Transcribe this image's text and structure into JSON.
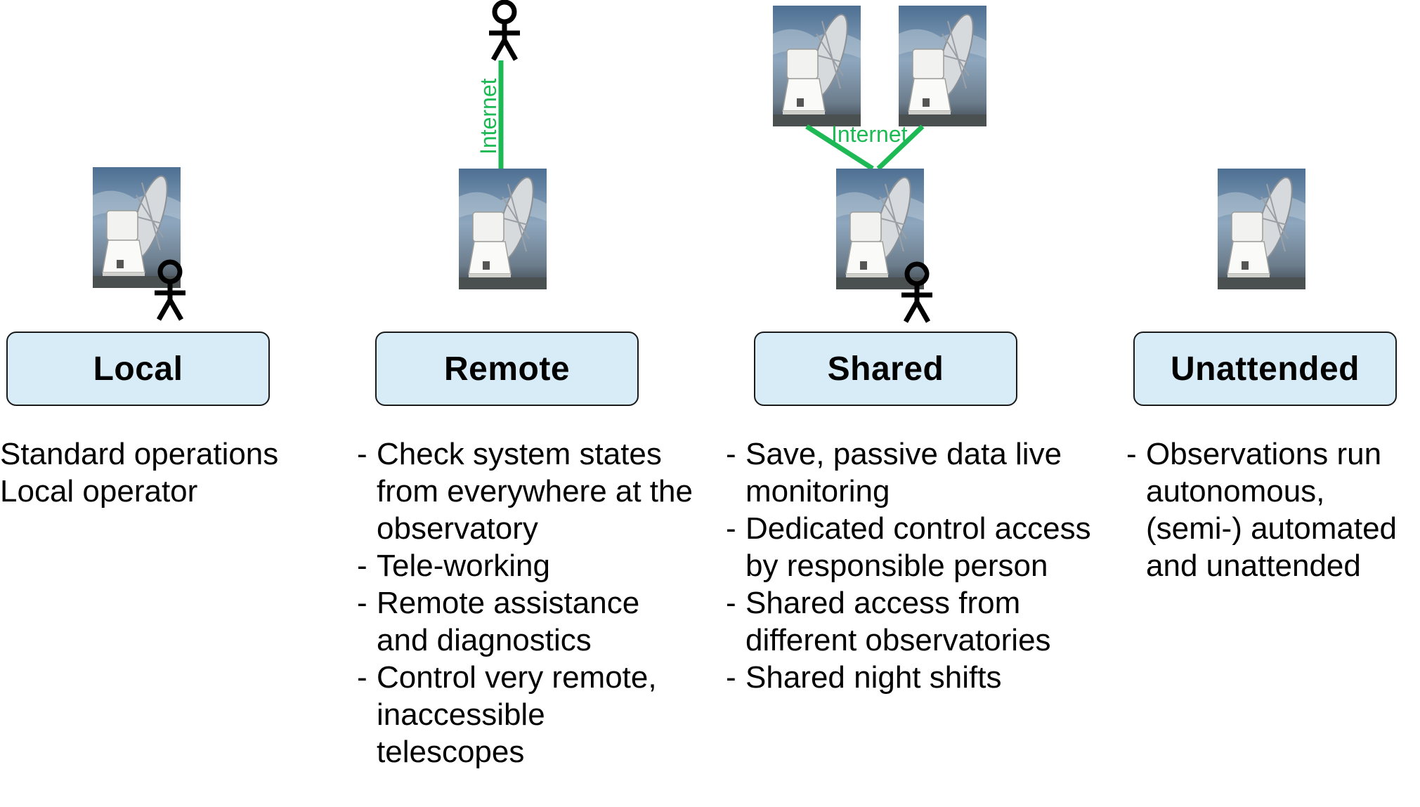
{
  "network_label": "Internet",
  "colors": {
    "link": "#1db954",
    "box_fill": "#d8ecf8",
    "box_border": "#1a1a1a"
  },
  "columns": [
    {
      "id": "local",
      "title": "Local",
      "style": "plain",
      "items": [
        "Standard operations",
        "Local operator"
      ]
    },
    {
      "id": "remote",
      "title": "Remote",
      "style": "bullets",
      "items": [
        "Check system states  from everywhere at the observatory",
        "Tele-working",
        "Remote assistance and diagnostics",
        "Control very remote, inaccessible telescopes"
      ]
    },
    {
      "id": "shared",
      "title": "Shared",
      "style": "bullets",
      "items": [
        "Save, passive data live monitoring",
        "Dedicated control access by responsible person",
        "Shared access from different observatories",
        "Shared night shifts"
      ]
    },
    {
      "id": "unattended",
      "title": "Unattended",
      "style": "bullets",
      "items": [
        "Observations run autonomous, (semi-) automated and unattended"
      ]
    }
  ],
  "icons": [
    "telescope-image",
    "operator-stick-figure-icon"
  ]
}
